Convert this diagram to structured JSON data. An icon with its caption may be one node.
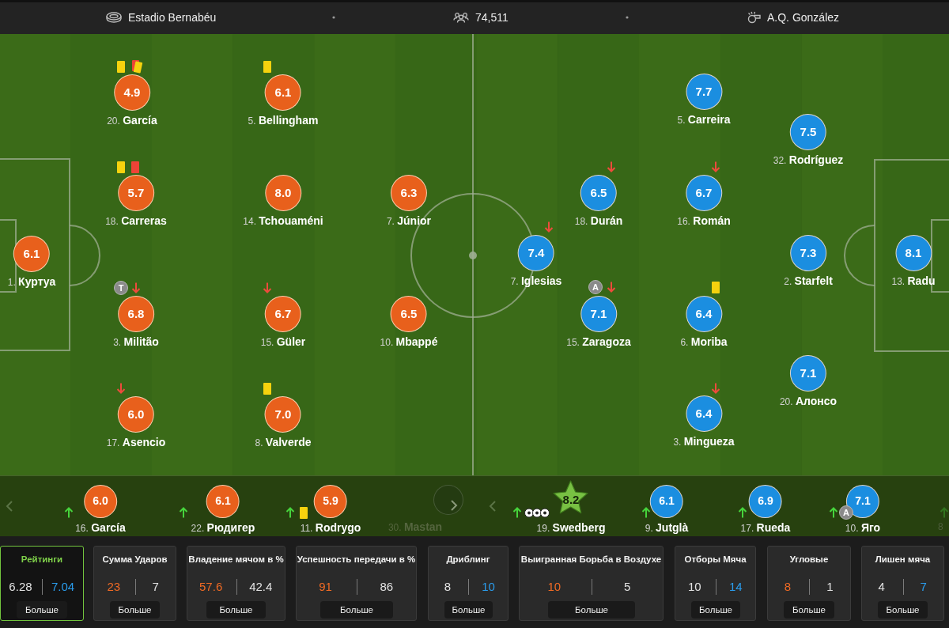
{
  "diagram": {
    "nodes": [
      {
        "text": [
          "6.1",
          "1. **Куртуа**"
        ]
      },
      {
        "text": [
          "4.9",
          "20. **García**"
        ]
      },
      {
        "text": [
          "5.7",
          "18. **Carreras**"
        ]
      },
      {
        "text": [
          "6.8",
          "3. **Militão**"
        ],
        "beside": [
          "T"
        ]
      },
      {
        "text": [
          "6.0",
          "17. **Asencio**"
        ]
      },
      {
        "text": [
          "6.1",
          "5. **Bellingham**"
        ]
      },
      {
        "text": [
          "8.0",
          "14. **Tchouaméni**"
        ]
      },
      {
        "text": [
          "6.7",
          "15. **Güler**"
        ]
      },
      {
        "text": [
          "7.0",
          "8. **Valverde**"
        ]
      },
      {
        "text": [
          "6.3",
          "7. **Júnior**"
        ]
      },
      {
        "text": [
          "6.5",
          "10. **Mbappé**"
        ]
      },
      {
        "text": [
          "7.4",
          "7. **Iglesias**"
        ]
      },
      {
        "text": [
          "6.5",
          "18. **Durán**"
        ]
      },
      {
        "text": [
          "7.1",
          "15. **Zaragoza**"
        ],
        "beside": [
          "A"
        ]
      },
      {
        "text": [
          "7.7",
          "5. **Carreira**"
        ]
      },
      {
        "text": [
          "6.7",
          "16. **Román**"
        ]
      },
      {
        "text": [
          "6.4",
          "6. **Moriba**"
        ]
      },
      {
        "text": [
          "6.4",
          "3. **Mingueza**"
        ]
      },
      {
        "text": [
          "7.5",
          "32. **Rodríguez**"
        ]
      },
      {
        "text": [
          "7.3",
          "2. **Starfelt**"
        ]
      },
      {
        "text": [
          "7.1",
          "20. **Алонсо**"
        ]
      },
      {
        "text": [
          "8.1",
          "13. **Radu**"
        ]
      },
      {
        "text": [
          "6.0",
          "16. **García**"
        ]
      },
      {
        "text": [
          "6.1",
          "22. **Рюдигер**"
        ]
      },
      {
        "text": [
          "5.9",
          "11. **Rodrygo**"
        ]
      },
      {
        "text": [
          "8.2",
          "19. **Swedberg**"
        ]
      },
      {
        "text": [
          "6.1",
          "9. **Jutglà**"
        ]
      },
      {
        "text": [
          "6.9",
          "17. **Rueda**"
        ]
      },
      {
        "text": [
          "7.1",
          "10. **Яго**"
        ],
        "beside": [
          "A"
        ]
      },
      {
        "text": [
          "Рейтинги",
          "6.28",
          "7.04"
        ]
      },
      {
        "text": [
          "Больше"
        ],
        "in": 29
      },
      {
        "text": [
          "Сумма Ударов",
          "23",
          "7"
        ]
      },
      {
        "text": [
          "Больше"
        ],
        "in": 31
      },
      {
        "text": [
          "Владение мячом в %",
          "57.6",
          "42.4"
        ]
      },
      {
        "text": [
          "Больше"
        ],
        "in": 33
      },
      {
        "text": [
          "Успешность передачи в %",
          "91",
          "86"
        ]
      },
      {
        "text": [
          "Больше"
        ],
        "in": 35
      },
      {
        "text": [
          "Дриблинг",
          "8",
          "10"
        ]
      },
      {
        "text": [
          "Больше"
        ],
        "in": 37
      },
      {
        "text": [
          "Выигранная Борьба в Воздухе",
          "10",
          "5"
        ]
      },
      {
        "text": [
          "Больше"
        ],
        "in": 39
      },
      {
        "text": [
          "Отборы Мяча",
          "10",
          "14"
        ]
      },
      {
        "text": [
          "Больше"
        ],
        "in": 41
      },
      {
        "text": [
          "Угловые",
          "8",
          "1"
        ]
      },
      {
        "text": [
          "Больше"
        ],
        "in": 43
      },
      {
        "text": [
          "Лишен мяча",
          "4",
          "7"
        ]
      },
      {
        "text": [
          "Больше"
        ],
        "in": 45
      }
    ],
    "labels": [
      "Estadio Bernabéu",
      "74,511",
      "A.Q. González",
      "30. **Mastan**",
      "8"
    ]
  }
}
